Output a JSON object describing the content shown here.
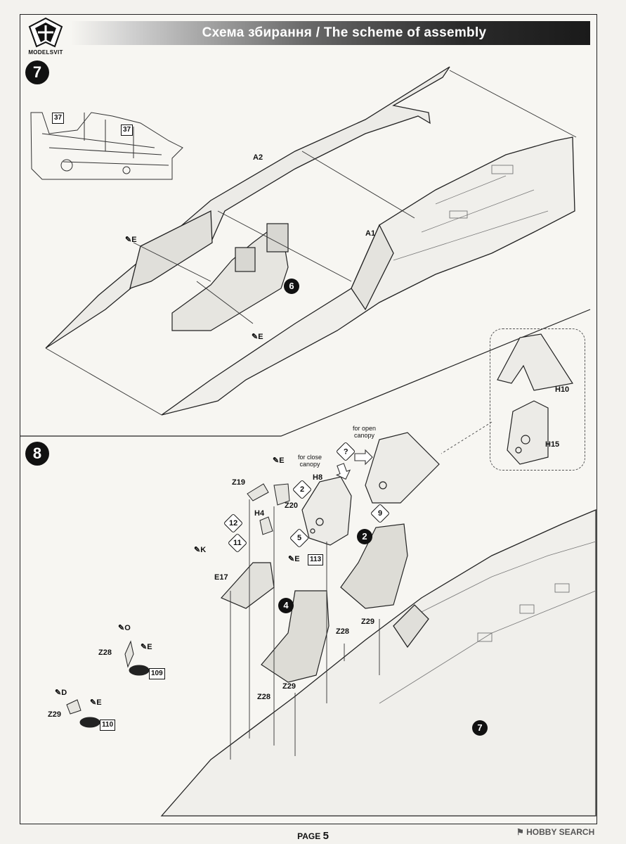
{
  "header": {
    "brand": "MODELSVIT",
    "title": "Схема збирання / The scheme of assembly"
  },
  "step7": {
    "number": "7",
    "labels": {
      "a2": "A2",
      "a1": "A1",
      "e1": "E",
      "e2": "E",
      "sub6": "6",
      "ref37a": "37",
      "ref37b": "37",
      "h10": "H10",
      "h15": "H15"
    }
  },
  "step8": {
    "number": "8",
    "labels": {
      "for_open": "for open\ncanopy",
      "for_close": "for close\ncanopy",
      "h8": "H8",
      "z19": "Z19",
      "z20": "Z20",
      "h4": "H4",
      "e17": "E17",
      "k": "K",
      "e_top": "E",
      "e_mid": "E",
      "e_z28": "E",
      "e_z29": "E",
      "o": "O",
      "d": "D",
      "z28a": "Z28",
      "z28b": "Z28",
      "z28c": "Z28",
      "z29a": "Z29",
      "z29b": "Z29",
      "z29c": "Z29",
      "ref2a": "2",
      "ref2b": "2",
      "ref4": "4",
      "ref5": "5",
      "ref9": "9",
      "ref11": "11",
      "ref12": "12",
      "ref7": "7",
      "sq113": "113",
      "sq109": "109",
      "sq110": "110",
      "question": "?"
    }
  },
  "footer": {
    "page_label": "PAGE",
    "page_number": "5",
    "watermark": "HOBBY SEARCH"
  }
}
